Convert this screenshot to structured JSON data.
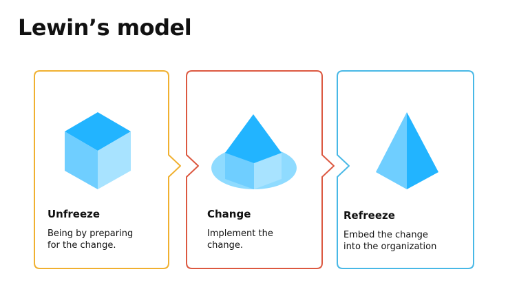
{
  "title": "Lewin’s model",
  "colors": {
    "unfreeze_border": "#F0B030",
    "change_border": "#DC5840",
    "refreeze_border": "#48B8E6",
    "shape_dark": "#22B4FF",
    "shape_mid": "#6FCEFF",
    "shape_light": "#A8E3FF",
    "disc": "#8FDBFF"
  },
  "stages": [
    {
      "heading": "Unfreeze",
      "description_lines": [
        "Being by preparing",
        "for the change."
      ],
      "icon": "cube-icon"
    },
    {
      "heading": "Change",
      "description_lines": [
        "Implement the",
        "change."
      ],
      "icon": "pyramid-on-disc-icon"
    },
    {
      "heading": "Refreeze",
      "description_lines": [
        "Embed the change",
        "into the organization"
      ],
      "icon": "tetrahedron-icon"
    }
  ]
}
